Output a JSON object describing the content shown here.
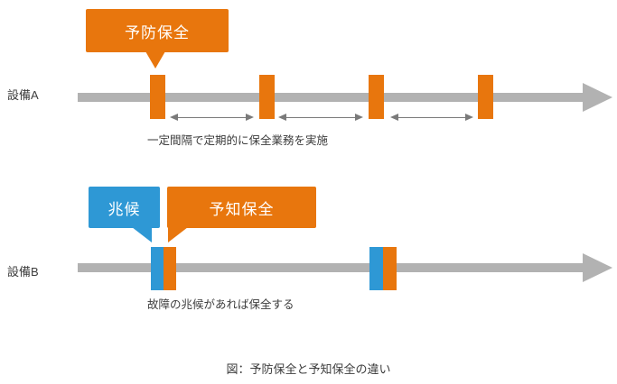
{
  "colors": {
    "orange": "#E8760D",
    "blue": "#2E98D5",
    "timeline": "#B2B2B2",
    "arrow": "#7A7A7A",
    "text": "#3C3C3C"
  },
  "equipment_a": {
    "callout_label": "予防保全",
    "axis_label": "設備A",
    "annotation": "一定間隔で定期的に保全業務を実施"
  },
  "equipment_b": {
    "sign_callout_label": "兆候",
    "maintenance_callout_label": "予知保全",
    "axis_label": "設備B",
    "annotation": "故障の兆候があれば保全する"
  },
  "caption": "図：予防保全と予知保全の違い"
}
